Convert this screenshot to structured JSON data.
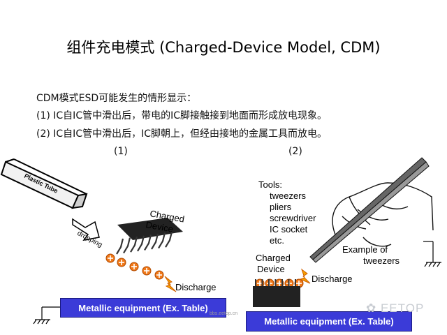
{
  "slide": {
    "title": "组件充电模式 (Charged-Device Model, CDM)",
    "lines": [
      "CDM模式ESD可能发生的情形显示：",
      "(1) IC自IC管中滑出后，带电的IC脚接触接到地面而形成放电现象。",
      "(2) IC自IC管中滑出后，IC脚朝上，但经由接地的金属工具而放电。"
    ],
    "label_1": "(1)",
    "label_2": "(2)"
  },
  "figure1": {
    "tube_label": "Plastic Tube",
    "dropping": "dropping",
    "charged_1": "Charged",
    "charged_2": "Device",
    "discharge": "Discharge",
    "bar": "Metallic equipment (Ex. Table)"
  },
  "figure2": {
    "tools_title": "Tools:",
    "tools": [
      "tweezers",
      "pliers",
      "screwdriver",
      "IC socket",
      "etc."
    ],
    "charged_1": "Charged",
    "charged_2": "Device",
    "discharge": "Discharge",
    "example_1": "Example of",
    "example_2": "tweezers",
    "bar": "Metallic equipment (Ex. Table)"
  },
  "watermark": {
    "url": "bbs.eetop.cn",
    "brand": "EETOP"
  },
  "colors": {
    "bar": "#3b3bd8",
    "charge": "#f07818",
    "spark": "#f5a000"
  }
}
